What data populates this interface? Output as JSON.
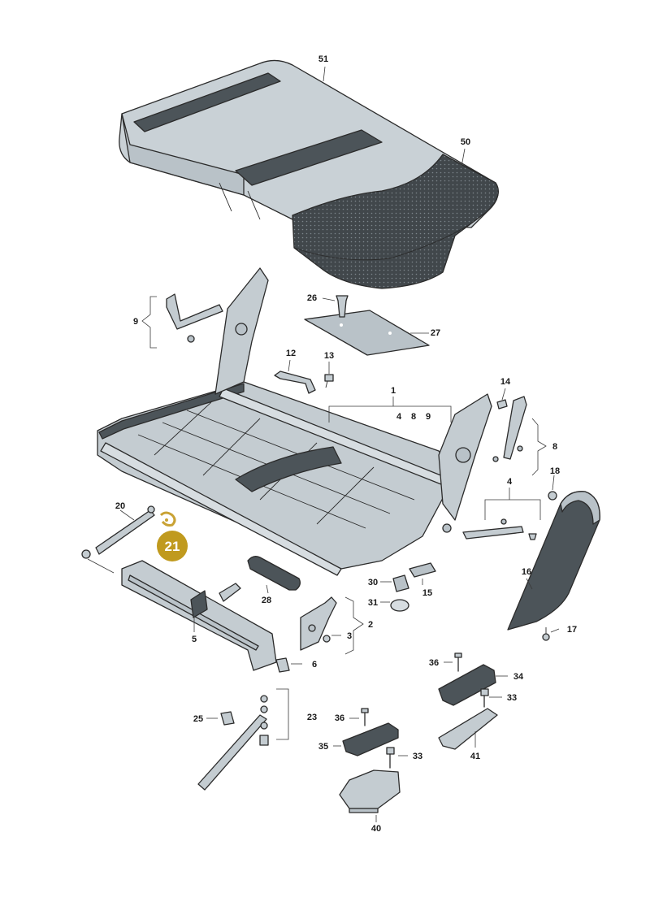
{
  "colors": {
    "part_light": "#cfd6da",
    "part_mid": "#b9c2c8",
    "part_dark": "#4c5459",
    "cushion_light": "#c9d1d6",
    "cushion_dark": "#3f4549",
    "highlight_badge": "#c09a1e",
    "highlight_part": "#c9a234"
  },
  "highlight": {
    "label": "21"
  },
  "callouts": {
    "c51": "51",
    "c50": "50",
    "c26": "26",
    "c27": "27",
    "c9": "9",
    "c12": "12",
    "c13": "13",
    "c1": "1",
    "c4a": "4",
    "c8a": "8",
    "c9a": "9",
    "c14": "14",
    "c8": "8",
    "c18": "18",
    "c4": "4",
    "c20": "20",
    "c16": "16",
    "c17": "17",
    "c30": "30",
    "c31": "31",
    "c15": "15",
    "c28": "28",
    "c2": "2",
    "c3": "3",
    "c5": "5",
    "c6": "6",
    "c36a": "36",
    "c34": "34",
    "c33a": "33",
    "c25": "25",
    "c23": "23",
    "c36b": "36",
    "c35": "35",
    "c33b": "33",
    "c41": "41",
    "c40": "40"
  }
}
